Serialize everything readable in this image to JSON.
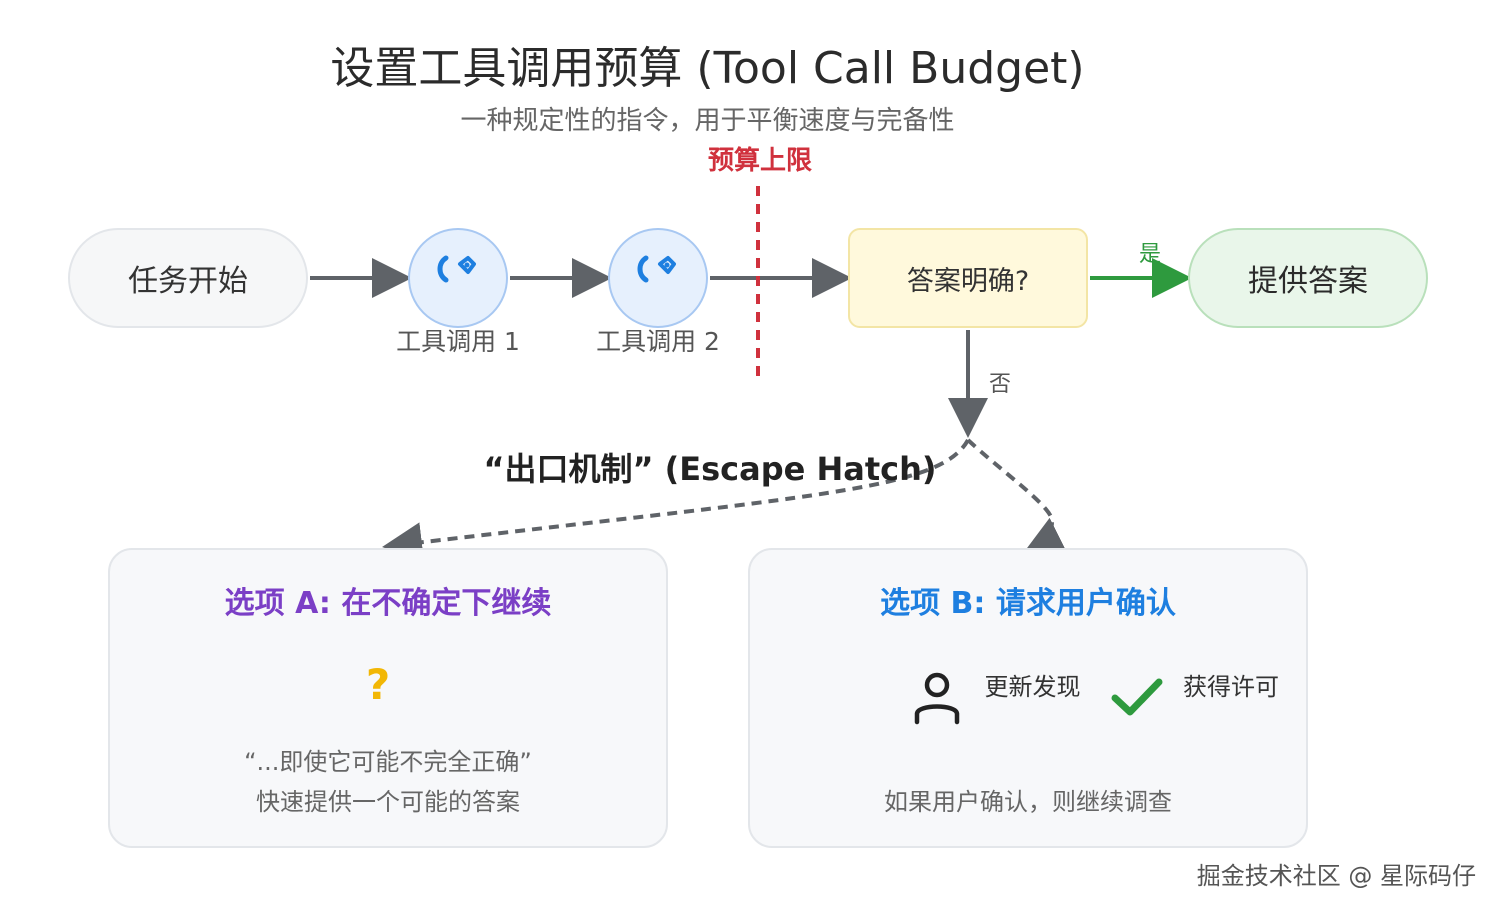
{
  "title": "设置工具调用预算 (Tool Call Budget)",
  "subtitle": "一种规定性的指令，用于平衡速度与完备性",
  "budget_label": "预算上限",
  "nodes": {
    "start": "任务开始",
    "tool1": "工具调用 1",
    "tool2": "工具调用 2",
    "decision": "答案明确?",
    "answer": "提供答案"
  },
  "edges": {
    "yes": "是",
    "no": "否"
  },
  "escape_title": "“出口机制” (Escape Hatch)",
  "option_a": {
    "title": "选项 A: 在不确定下继续",
    "icon": "?",
    "quote": "“...即使它可能不完全正确”",
    "desc": "快速提供一个可能的答案"
  },
  "option_b": {
    "title": "选项 B: 请求用户确认",
    "update_label": "更新发现",
    "permission_label": "获得许可",
    "desc": "如果用户确认，则继续调查"
  },
  "watermark": "掘金技术社区 @ 星际码仔",
  "colors": {
    "budget_red": "#d0313d",
    "yes_green": "#2e9a3e",
    "option_a_purple": "#7b3fc6",
    "option_b_blue": "#1e7fe0",
    "question_yellow": "#f2b705",
    "arrow_gray": "#5f6368"
  },
  "icons": {
    "tool": "wrench-icon",
    "user": "user-icon",
    "check": "check-icon",
    "question": "question-mark-icon"
  }
}
